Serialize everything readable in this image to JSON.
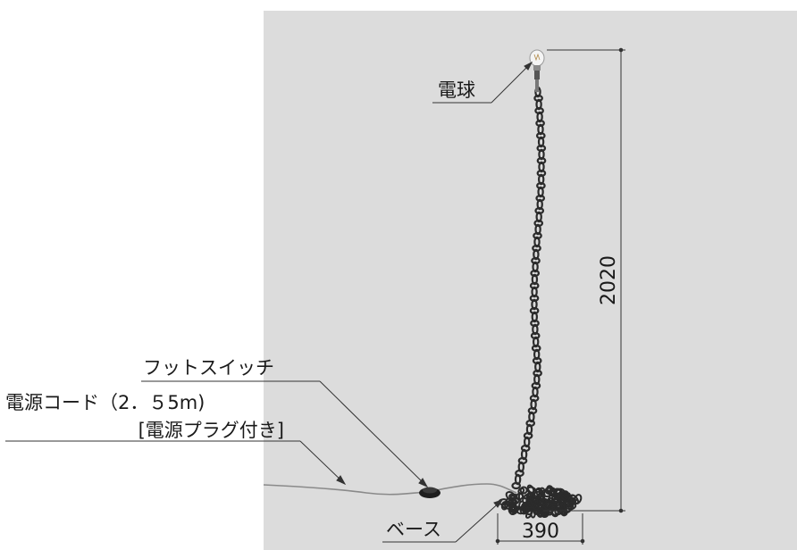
{
  "labels": {
    "bulb": "電球",
    "foot_switch": "フットスイッチ",
    "power_cord": "電源コード（2．５5m)",
    "power_plug": "[電源プラグ付き]",
    "base": "ベース"
  },
  "dimensions": {
    "height": "2020",
    "base_width": "390"
  },
  "colors": {
    "backdrop": "#dcdcdc",
    "chain": "#2b2b2b",
    "line": "#333333"
  }
}
